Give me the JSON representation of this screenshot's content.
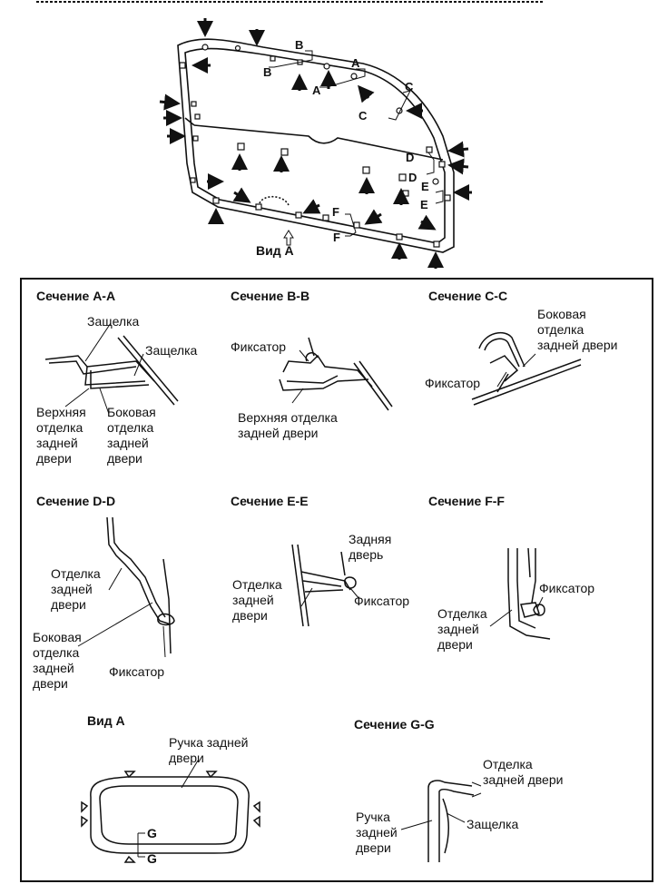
{
  "top": {
    "view_label": "Вид А",
    "section_letters": {
      "a": "A",
      "b": "B",
      "c": "C",
      "d": "D",
      "e": "E",
      "f": "F"
    }
  },
  "panels": {
    "aa": {
      "title": "Сечение А-А",
      "latch1": "Защелка",
      "latch2": "Защелка",
      "upper": "Верхняя\nотделка\nзадней\nдвери",
      "side": "Боковая\nотделка\nзадней\nдвери"
    },
    "bb": {
      "title": "Сечение В-В",
      "clip": "Фиксатор",
      "upper": "Верхняя отделка\nзадней двери"
    },
    "cc": {
      "title": "Сечение С-С",
      "side": "Боковая\nотделка\nзадней двери",
      "clip": "Фиксатор"
    },
    "dd": {
      "title": "Сечение D-D",
      "trim": "Отделка\nзадней\nдвери",
      "side": "Боковая\nотделка\nзадней\nдвери",
      "clip": "Фиксатор"
    },
    "ee": {
      "title": "Сечение Е-Е",
      "door": "Задняя\nдверь",
      "trim": "Отделка\nзадней\nдвери",
      "clip": "Фиксатор"
    },
    "ff": {
      "title": "Сечение F-F",
      "clip": "Фиксатор",
      "trim": "Отделка\nзадней\nдвери"
    },
    "va": {
      "title": "Вид А",
      "handle": "Ручка задней\nдвери",
      "g": "G"
    },
    "gg": {
      "title": "Сечение G-G",
      "trim": "Отделка\nзадней двери",
      "handle": "Ручка\nзадней\nдвери",
      "latch": "Защелка"
    }
  }
}
